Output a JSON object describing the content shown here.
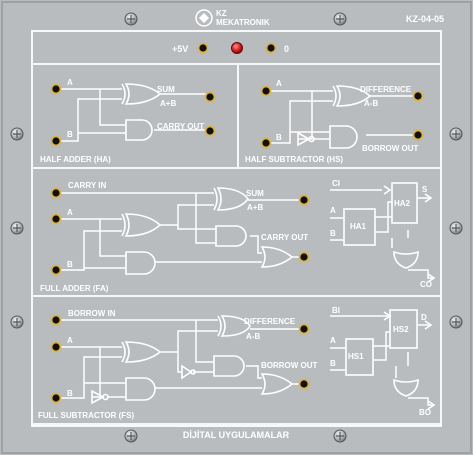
{
  "header": {
    "brand_top": "KZ",
    "brand_bottom": "MEKATRONIK",
    "model": "KZ-04-05",
    "plus5v_label": "+5V",
    "zero_label": "0"
  },
  "half_adder": {
    "title": "HALF ADDER (HA)",
    "in_a": "A",
    "in_b": "B",
    "out_sum": "SUM",
    "out_sum_expr": "A+B",
    "out_carry": "CARRY OUT"
  },
  "half_subtractor": {
    "title": "HALF SUBTRACTOR (HS)",
    "in_a": "A",
    "in_b": "B",
    "out_diff": "DIFFERENCE",
    "out_diff_expr": "A-B",
    "out_borrow": "BORROW OUT"
  },
  "full_adder": {
    "title": "FULL ADDER (FA)",
    "in_carry": "CARRY IN",
    "in_a": "A",
    "in_b": "B",
    "out_sum": "SUM",
    "out_sum_expr": "A+B",
    "out_carry": "CARRY OUT",
    "block_ci": "CI",
    "block_a": "A",
    "block_b": "B",
    "block_s": "S",
    "block_co": "CO",
    "block_ha1": "HA1",
    "block_ha2": "HA2"
  },
  "full_subtractor": {
    "title": "FULL SUBTRACTOR (FS)",
    "in_borrow": "BORROW IN",
    "in_a": "A",
    "in_b": "B",
    "out_diff": "DIFFERENCE",
    "out_diff_expr": "A-B",
    "out_borrow": "BORROW OUT",
    "block_bi": "BI",
    "block_a": "A",
    "block_b": "B",
    "block_d": "D",
    "block_bo": "BO",
    "block_hs1": "HS1",
    "block_hs2": "HS2"
  },
  "footer": {
    "title": "DİJİTAL UYGULAMALAR"
  },
  "colors": {
    "panel": "#b9bcbf",
    "area": "#8c9196",
    "line": "#ffffff",
    "led": "#d81e1e"
  }
}
